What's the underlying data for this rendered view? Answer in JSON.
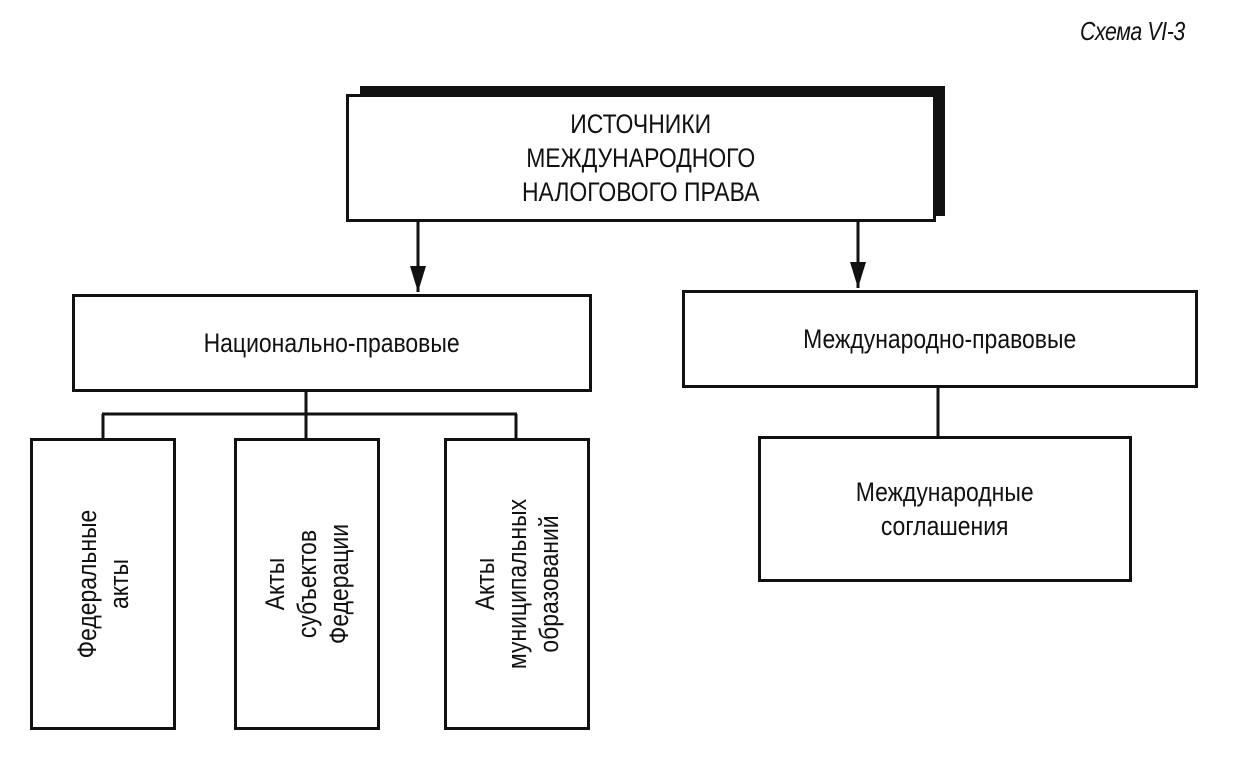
{
  "scheme_label": "Схема VI-3",
  "root": {
    "label": "ИСТОЧНИКИ\nМЕЖДУНАРОДНОГО\nНАЛОГОВОГО ПРАВА"
  },
  "branches": {
    "national": {
      "label": "Национально-правовые",
      "children": [
        {
          "label": "Федеральные\nакты"
        },
        {
          "label": "Акты\nсубъектов\nФедерации"
        },
        {
          "label": "Акты\nмуниципальных\nобразований"
        }
      ]
    },
    "international": {
      "label": "Международно-правовые",
      "children": [
        {
          "label": "Международные\nсоглашения"
        }
      ]
    }
  }
}
